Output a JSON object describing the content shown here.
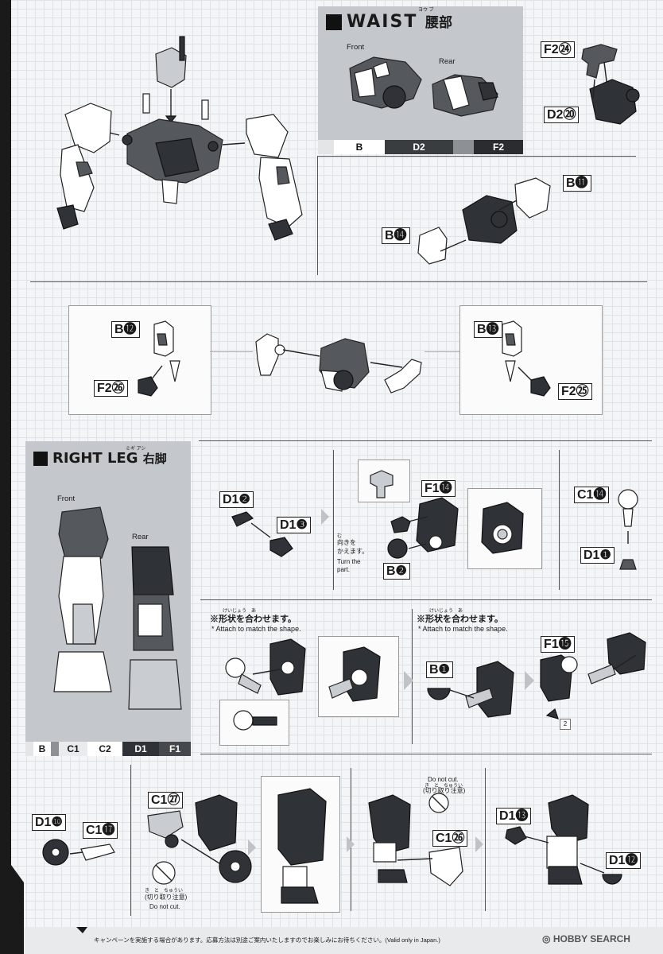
{
  "waist": {
    "title": "WAIST",
    "title_jp": "腰部",
    "ruby": "ヨウ ブ",
    "front": "Front",
    "rear": "Rear",
    "colors": [
      "B",
      "D2",
      "F2"
    ]
  },
  "right_leg": {
    "title": "RIGHT LEG",
    "title_jp": "右脚",
    "ruby": "ミギ アシ",
    "front": "Front",
    "rear": "Rear",
    "colors": [
      "B",
      "C1",
      "C2",
      "D1",
      "F1"
    ]
  },
  "labels": {
    "f2_24": "F2㉔",
    "d2_20": "D2⑳",
    "b11": "B⓫",
    "b14": "B⓮",
    "b12": "B⓬",
    "f2_26": "F2㉖",
    "b13": "B⓭",
    "f2_25": "F2㉕",
    "d1_2": "D1❷",
    "d1_3": "D1❸",
    "f1_14": "F1⓮",
    "b2": "B❷",
    "c1_14": "C1⓮",
    "d1_1": "D1❶",
    "b1": "B❶",
    "f1_15": "F1⓯",
    "step_2": "2",
    "d1_10": "D1❿",
    "c1_17": "C1⓱",
    "c1_27": "C1㉗",
    "c1_26": "C1㉖",
    "d1_13": "D1⓭",
    "d1_12": "D1⓬"
  },
  "notes": {
    "turn_jp": "向きを",
    "turn_jp2": "かえます。",
    "turn_ruby": "む",
    "turn_en1": "Turn the",
    "turn_en2": "part.",
    "shape_jp": "※形状を合わせます。",
    "shape_ruby": "けいじょう　あ",
    "shape_en": "* Attach to match the shape.",
    "donot_en": "Do not cut.",
    "donot_jp": "(切り取り注意)",
    "donot_ruby": "き　と　ちゅうい"
  },
  "footer": {
    "text": "キャンペーンを実施する場合があります。応募方法は別途ご案内いたしますのでお楽しみにお待ちください。(Valid only in Japan.)",
    "watermark": "HOBBY SEARCH"
  }
}
